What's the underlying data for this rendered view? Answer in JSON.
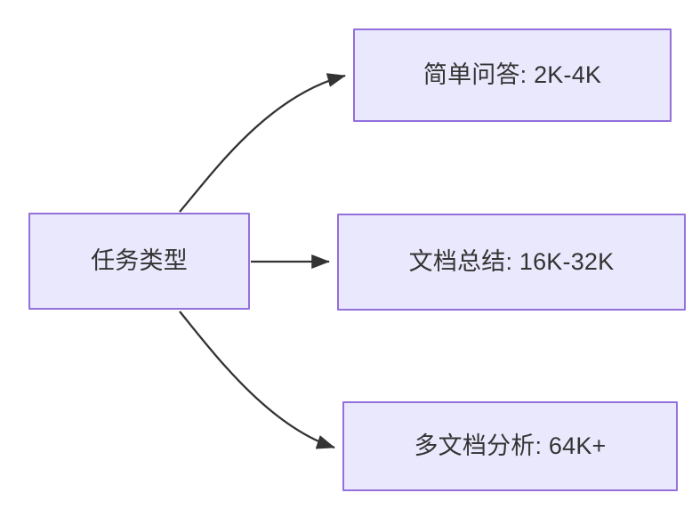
{
  "diagram": {
    "type": "flowchart",
    "orientation": "left-to-right",
    "background_color": "#ffffff",
    "node_fill_color": "#eae8fc",
    "node_border_color": "#9370db",
    "node_text_color": "#333333",
    "edge_color": "#333333",
    "nodes": [
      {
        "id": "root",
        "label": "任务类型",
        "role": "source"
      },
      {
        "id": "simple_qa",
        "label": "简单问答: 2K-4K",
        "role": "target"
      },
      {
        "id": "doc_sum",
        "label": "文档总结: 16K-32K",
        "role": "target"
      },
      {
        "id": "multi_doc",
        "label": "多文档分析: 64K+",
        "role": "target"
      }
    ],
    "edges": [
      {
        "id": "edge-root-simple-qa",
        "from": "root",
        "to": "simple_qa",
        "label": "",
        "style": "curved-arrow"
      },
      {
        "id": "edge-root-doc-sum",
        "from": "root",
        "to": "doc_sum",
        "label": "",
        "style": "straight-arrow"
      },
      {
        "id": "edge-root-multi-doc",
        "from": "root",
        "to": "multi_doc",
        "label": "",
        "style": "curved-arrow"
      }
    ]
  }
}
